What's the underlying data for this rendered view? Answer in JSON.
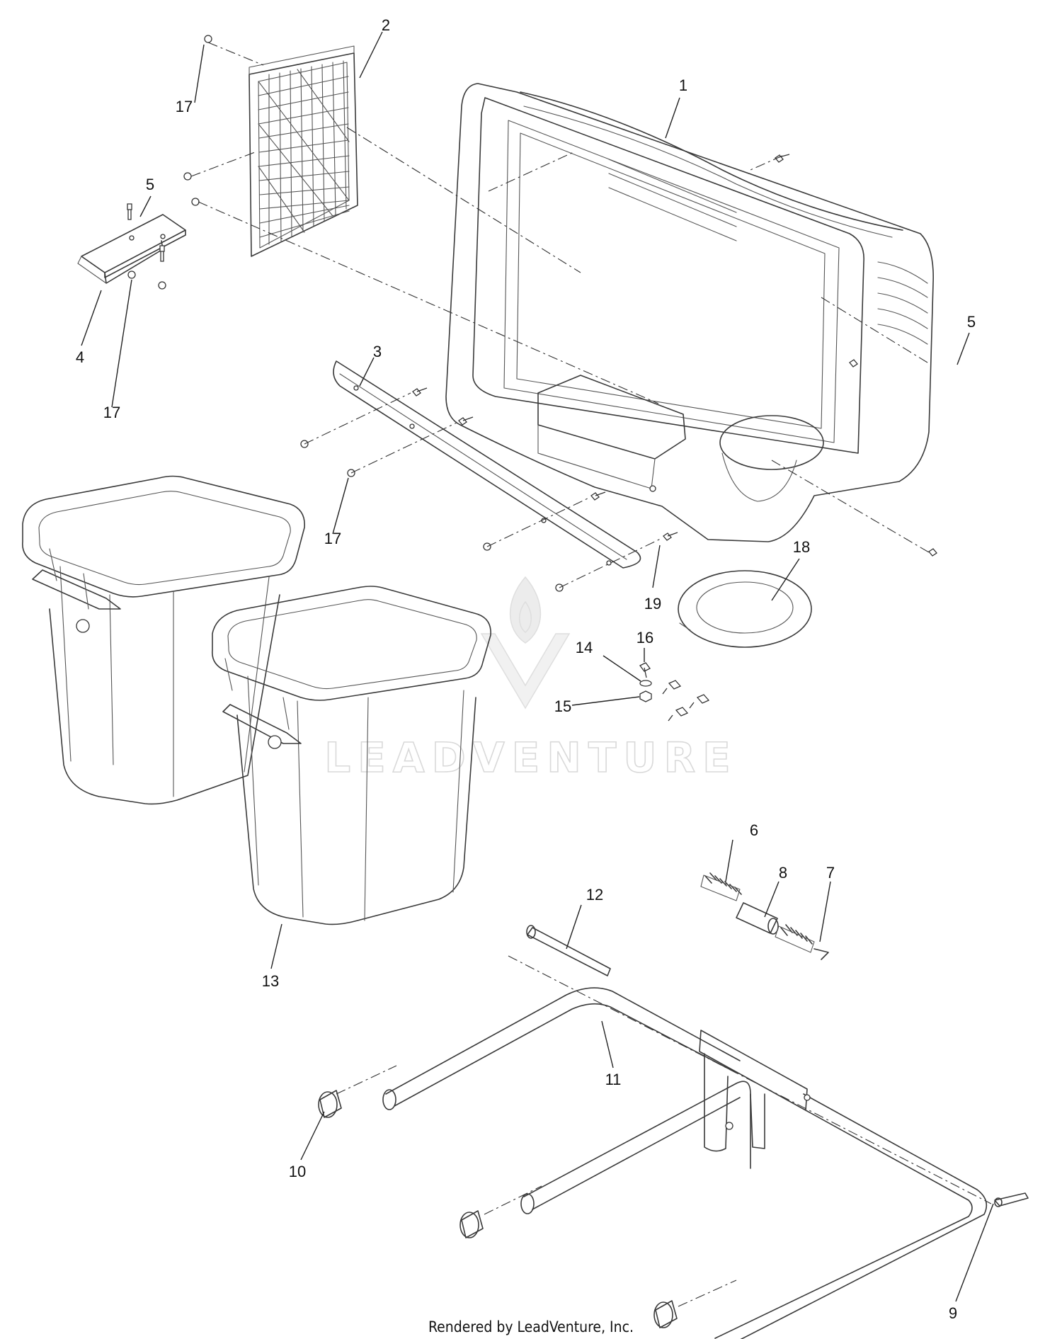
{
  "watermark": {
    "brand_text": "LEADVENTURE"
  },
  "callouts": [
    {
      "id": "c1",
      "label": "1"
    },
    {
      "id": "c2",
      "label": "2"
    },
    {
      "id": "c3",
      "label": "3"
    },
    {
      "id": "c4",
      "label": "4"
    },
    {
      "id": "c5a",
      "label": "5"
    },
    {
      "id": "c5b",
      "label": "5"
    },
    {
      "id": "c6",
      "label": "6"
    },
    {
      "id": "c7",
      "label": "7"
    },
    {
      "id": "c8",
      "label": "8"
    },
    {
      "id": "c9",
      "label": "9"
    },
    {
      "id": "c10",
      "label": "10"
    },
    {
      "id": "c11",
      "label": "11"
    },
    {
      "id": "c12",
      "label": "12"
    },
    {
      "id": "c13",
      "label": "13"
    },
    {
      "id": "c14",
      "label": "14"
    },
    {
      "id": "c15",
      "label": "15"
    },
    {
      "id": "c16",
      "label": "16"
    },
    {
      "id": "c17a",
      "label": "17"
    },
    {
      "id": "c17b",
      "label": "17"
    },
    {
      "id": "c17c",
      "label": "17"
    },
    {
      "id": "c18",
      "label": "18"
    },
    {
      "id": "c19",
      "label": "19"
    }
  ],
  "footer": {
    "text": "Rendered by LeadVenture, Inc."
  }
}
